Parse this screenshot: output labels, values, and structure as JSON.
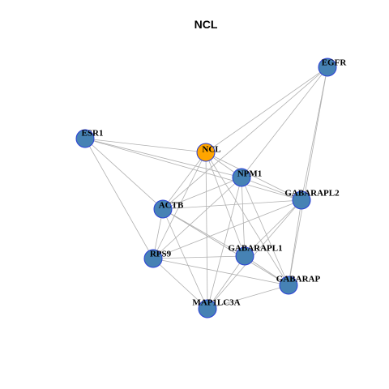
{
  "title": "NCL",
  "colors": {
    "default_node": "#4682b4",
    "hub_node": "#ffa500",
    "node_border": "#2a3fd6",
    "edge": "#b0b0b0"
  },
  "nodes": [
    {
      "id": "EGFR",
      "label": "EGFR",
      "hub": false
    },
    {
      "id": "ESR1",
      "label": "ESR1",
      "hub": false
    },
    {
      "id": "NCL",
      "label": "NCL",
      "hub": true
    },
    {
      "id": "NPM1",
      "label": "NPM1",
      "hub": false
    },
    {
      "id": "GABARAPL2",
      "label": "GABARAPL2",
      "hub": false
    },
    {
      "id": "ACTB",
      "label": "ACTB",
      "hub": false
    },
    {
      "id": "RPS9",
      "label": "RPS9",
      "hub": false
    },
    {
      "id": "GABARAPL1",
      "label": "GABARAPL1",
      "hub": false
    },
    {
      "id": "GABARAP",
      "label": "GABARAP",
      "hub": false
    },
    {
      "id": "MAP1LC3A",
      "label": "MAP1LC3A",
      "hub": false
    }
  ],
  "edges": [
    [
      "EGFR",
      "NCL"
    ],
    [
      "EGFR",
      "NPM1"
    ],
    [
      "EGFR",
      "GABARAPL2"
    ],
    [
      "EGFR",
      "ACTB"
    ],
    [
      "EGFR",
      "GABARAP"
    ],
    [
      "ESR1",
      "NCL"
    ],
    [
      "ESR1",
      "NPM1"
    ],
    [
      "ESR1",
      "GABARAPL2"
    ],
    [
      "ESR1",
      "ACTB"
    ],
    [
      "ESR1",
      "RPS9"
    ],
    [
      "NCL",
      "NPM1"
    ],
    [
      "NCL",
      "GABARAPL2"
    ],
    [
      "NCL",
      "ACTB"
    ],
    [
      "NCL",
      "RPS9"
    ],
    [
      "NCL",
      "GABARAPL1"
    ],
    [
      "NCL",
      "GABARAP"
    ],
    [
      "NCL",
      "MAP1LC3A"
    ],
    [
      "NPM1",
      "GABARAPL2"
    ],
    [
      "NPM1",
      "ACTB"
    ],
    [
      "NPM1",
      "RPS9"
    ],
    [
      "NPM1",
      "GABARAPL1"
    ],
    [
      "NPM1",
      "GABARAP"
    ],
    [
      "NPM1",
      "MAP1LC3A"
    ],
    [
      "GABARAPL2",
      "ACTB"
    ],
    [
      "GABARAPL2",
      "RPS9"
    ],
    [
      "GABARAPL2",
      "GABARAPL1"
    ],
    [
      "GABARAPL2",
      "GABARAP"
    ],
    [
      "GABARAPL2",
      "MAP1LC3A"
    ],
    [
      "ACTB",
      "RPS9"
    ],
    [
      "ACTB",
      "GABARAPL1"
    ],
    [
      "ACTB",
      "GABARAP"
    ],
    [
      "ACTB",
      "MAP1LC3A"
    ],
    [
      "RPS9",
      "GABARAPL1"
    ],
    [
      "RPS9",
      "GABARAP"
    ],
    [
      "RPS9",
      "MAP1LC3A"
    ],
    [
      "GABARAPL1",
      "GABARAP"
    ],
    [
      "GABARAPL1",
      "MAP1LC3A"
    ],
    [
      "GABARAP",
      "MAP1LC3A"
    ]
  ]
}
